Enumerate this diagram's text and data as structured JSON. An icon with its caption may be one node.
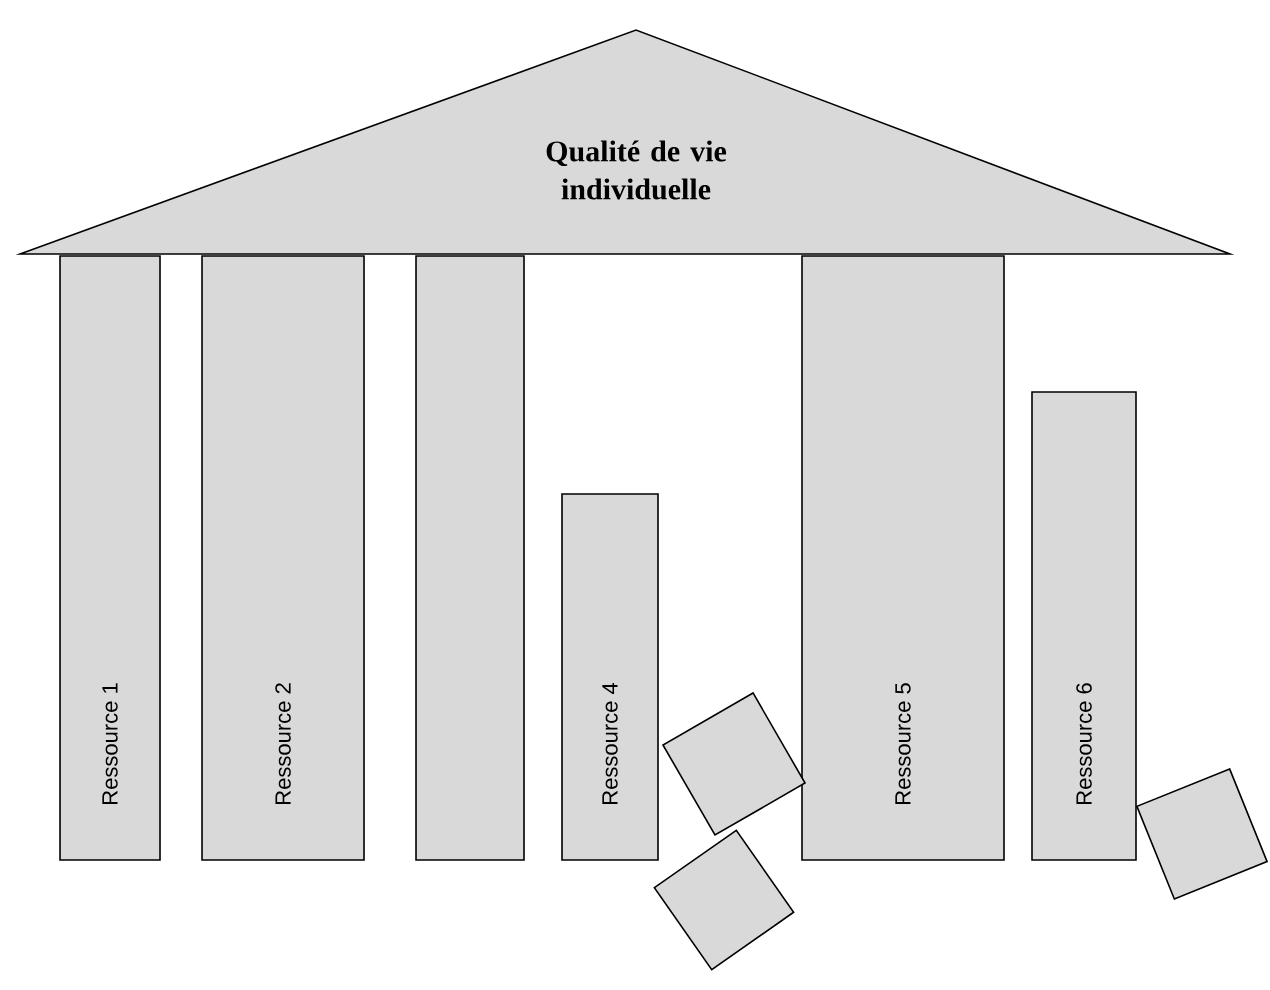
{
  "diagram": {
    "nodes": [
      {
        "text": [
          "Qualité de vie individuelle"
        ]
      },
      {
        "text": [
          "Ressource 1"
        ]
      },
      {
        "text": [
          "Ressource 2"
        ]
      },
      {
        "text": [],
        "shape": "bar"
      },
      {
        "text": [
          "Ressource 4"
        ]
      },
      {
        "text": [
          "Ressource 5"
        ]
      },
      {
        "text": [
          "Ressource 6"
        ]
      },
      {
        "text": [],
        "shape": "box"
      },
      {
        "text": [],
        "shape": "box"
      },
      {
        "text": [],
        "shape": "box"
      }
    ]
  }
}
